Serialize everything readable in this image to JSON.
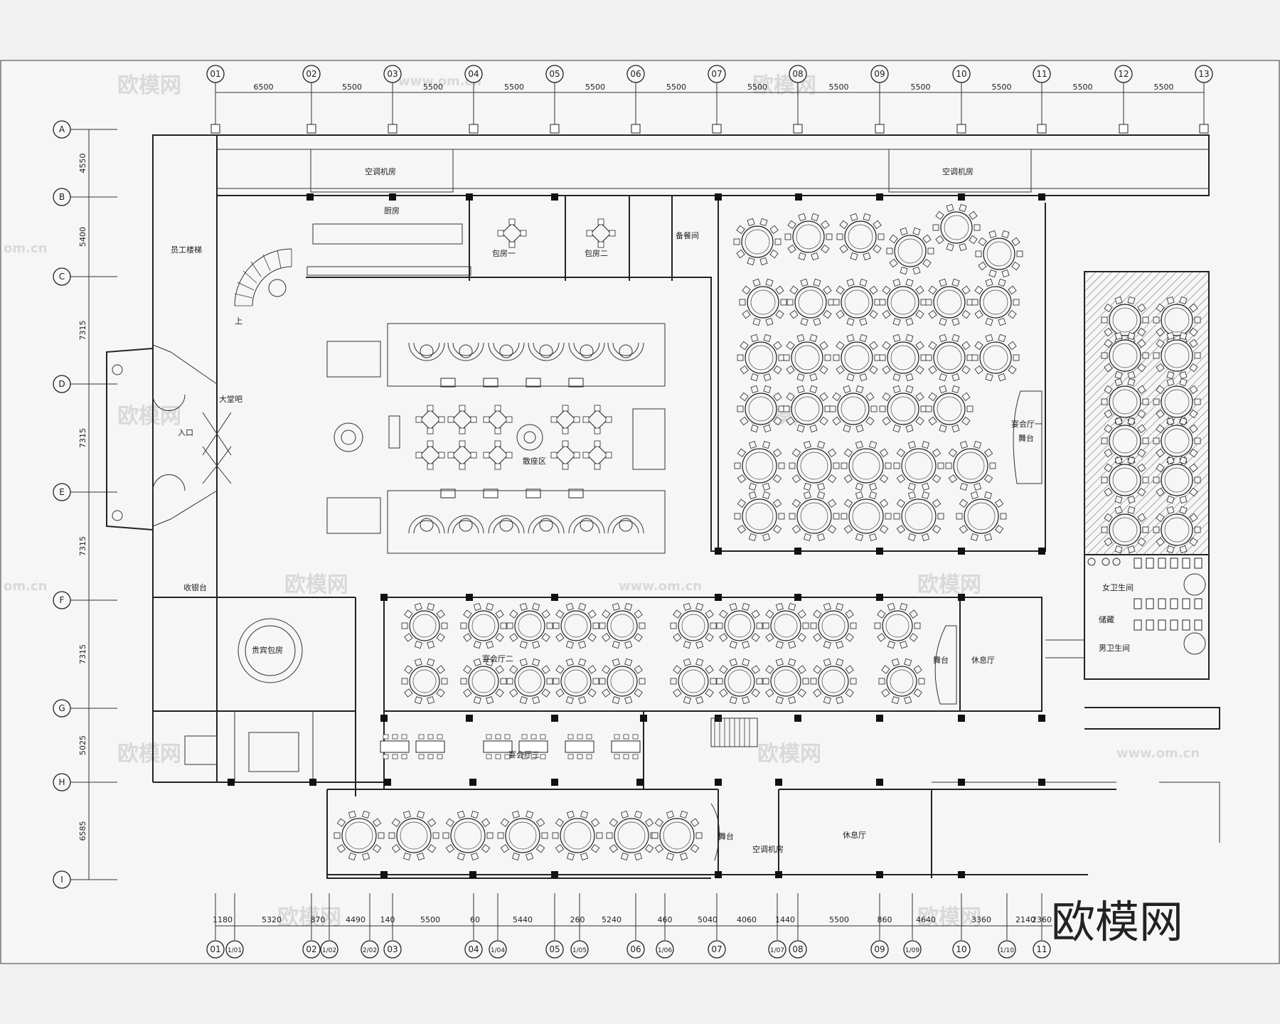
{
  "watermark": {
    "logo_text": "欧模网",
    "faded": [
      "欧模网",
      "www.om.cn",
      "om.cn"
    ]
  },
  "grid": {
    "top_axes": [
      "01",
      "02",
      "03",
      "04",
      "05",
      "06",
      "07",
      "08",
      "09",
      "10",
      "11",
      "12",
      "13"
    ],
    "top_spacings": [
      "6500",
      "5500",
      "5500",
      "5500",
      "5500",
      "5500",
      "5500",
      "5500",
      "5500",
      "5500",
      "5500",
      "5500"
    ],
    "left_axes": [
      "A",
      "B",
      "C",
      "D",
      "E",
      "F",
      "G",
      "H",
      "I"
    ],
    "left_spacings": [
      "4550",
      "5400",
      "7315",
      "7315",
      "7315",
      "7315",
      "5025",
      "6585"
    ],
    "bottom_axes": [
      "01",
      "1/01",
      "02",
      "1/02",
      "2/02",
      "03",
      "04",
      "1/04",
      "05",
      "1/05",
      "06",
      "1/06",
      "07",
      "1/07",
      "08",
      "09",
      "1/09",
      "10",
      "1/10",
      "11"
    ],
    "bottom_spacings": [
      "1180",
      "5320",
      "870",
      "4490",
      "140",
      "5500",
      "60",
      "5440",
      "260",
      "5240",
      "460",
      "5040",
      "4060",
      "1440",
      "5500",
      "860",
      "4640",
      "3360",
      "2140",
      "2360"
    ]
  },
  "rooms": {
    "ac_room_top_left": "空调机房",
    "ac_room_top_right": "空调机房",
    "staff_stair": "员工楼梯",
    "kitchen": "厨房",
    "private_room_1": "包房一",
    "private_room_2": "包房二",
    "pantry": "备餐间",
    "lobby": "大堂吧",
    "entrance": "入口",
    "cashier": "收银台",
    "dining_area": "散座区",
    "banquet_1": "宴会厅一",
    "stage": "舞台",
    "vip_room": "贵宾包房",
    "banquet_2": "宴会厅二",
    "banquet_3": "宴会厅三",
    "lounge": "休息厅",
    "ac_room_bottom": "空调机房",
    "female_wc": "女卫生间",
    "male_wc": "男卫生间",
    "storage": "储藏",
    "stair_label": "上"
  }
}
